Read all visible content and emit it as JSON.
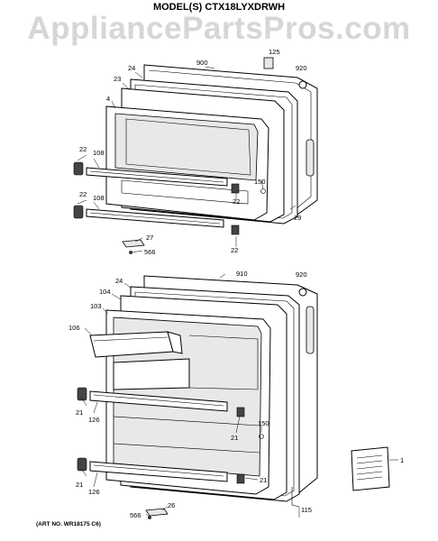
{
  "header": {
    "model_line": "MODEL(S) CTX18LYXDRWH",
    "watermark": "AppliancePartsPros.com"
  },
  "footer": {
    "art_number": "(ART NO. WR18175 C6)"
  },
  "diagram": {
    "top_door_labels": [
      "900",
      "125",
      "920",
      "24",
      "23",
      "4",
      "22",
      "108",
      "22",
      "108",
      "150",
      "22",
      "29",
      "27",
      "566",
      "22"
    ],
    "bottom_door_labels": [
      "910",
      "920",
      "24",
      "104",
      "103",
      "106",
      "21",
      "126",
      "150",
      "21",
      "21",
      "126",
      "21",
      "26",
      "566",
      "115",
      "1"
    ]
  }
}
